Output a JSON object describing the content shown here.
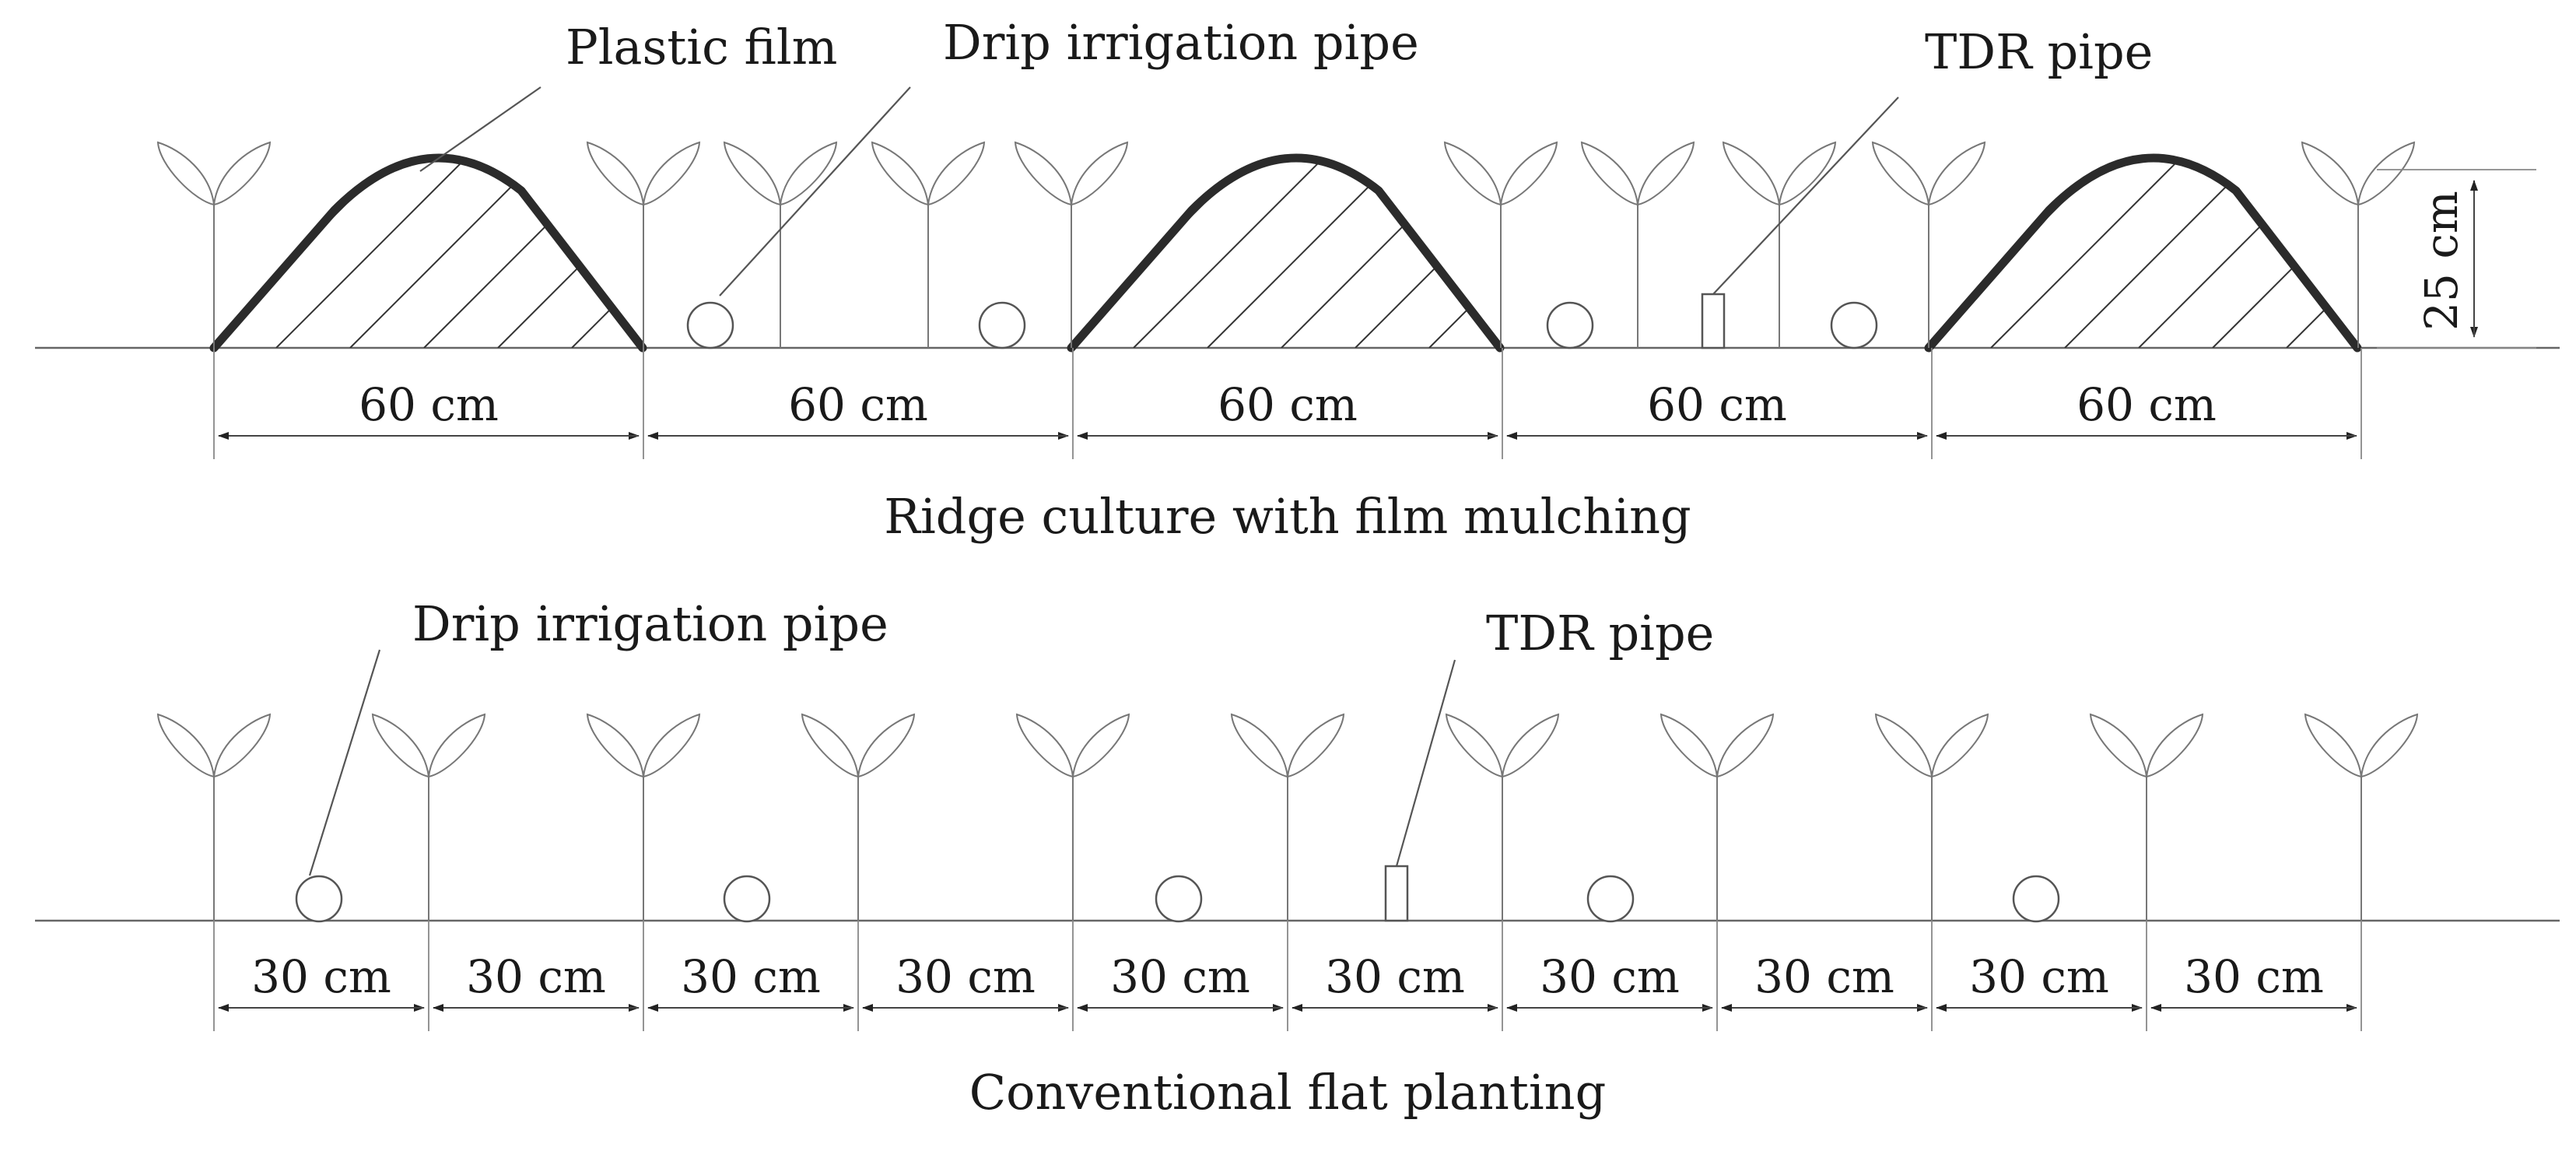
{
  "top_section": {
    "callouts": {
      "plastic_film": "Plastic film",
      "drip_pipe": "Drip irrigation pipe",
      "tdr_pipe": "TDR pipe"
    },
    "height_label": "25 cm",
    "spacings": [
      "60 cm",
      "60 cm",
      "60 cm",
      "60 cm",
      "60 cm"
    ],
    "caption": "Ridge culture with film mulching"
  },
  "bottom_section": {
    "callouts": {
      "drip_pipe": "Drip irrigation pipe",
      "tdr_pipe": "TDR pipe"
    },
    "spacings": [
      "30 cm",
      "30 cm",
      "30 cm",
      "30 cm",
      "30 cm",
      "30 cm",
      "30 cm",
      "30 cm",
      "30 cm",
      "30 cm"
    ],
    "caption": "Conventional flat planting"
  }
}
